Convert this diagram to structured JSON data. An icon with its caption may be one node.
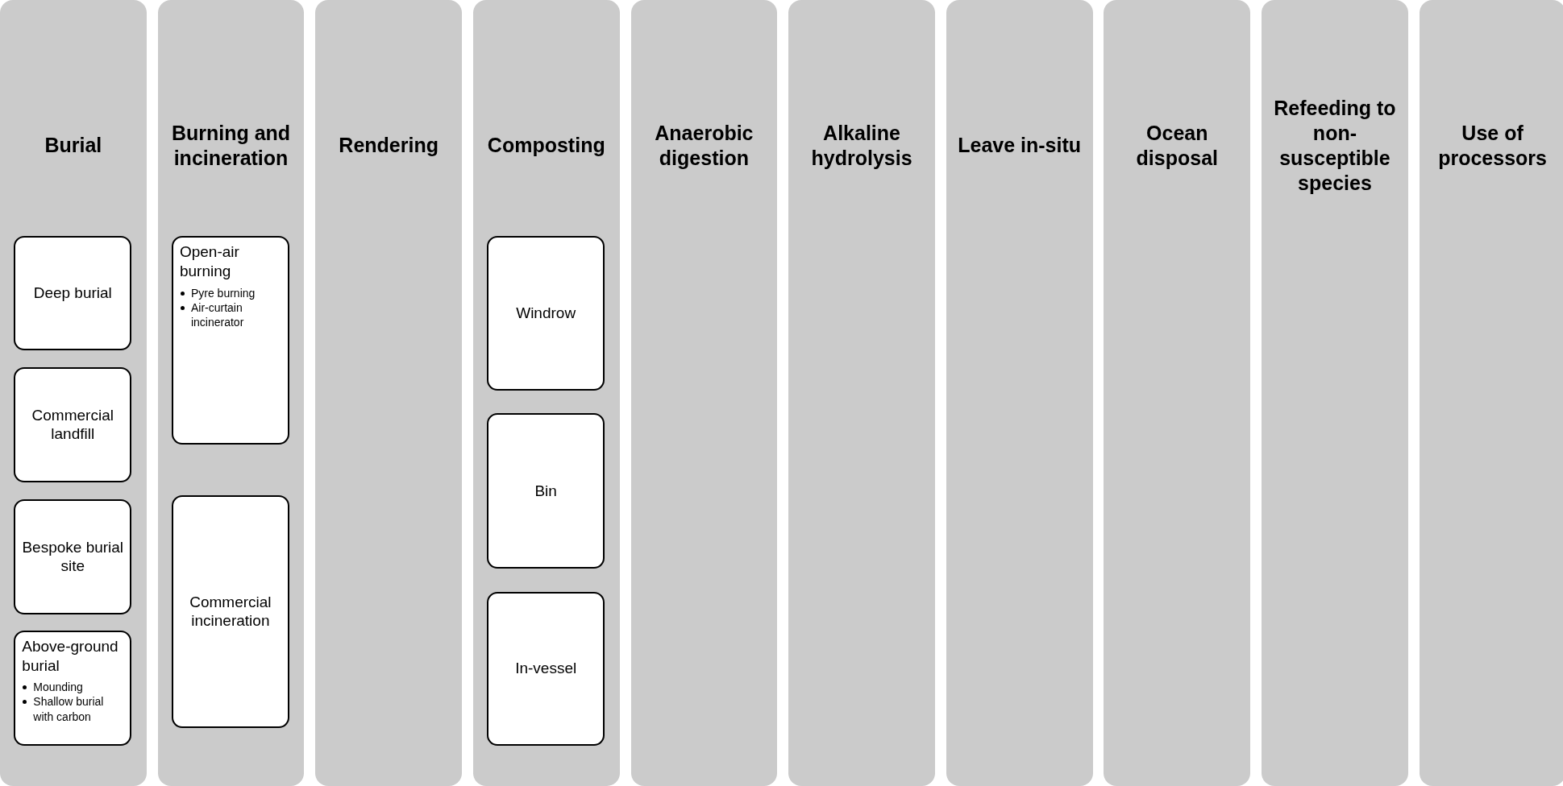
{
  "diagram": {
    "nodes": [
      {
        "text": [
          "Burial"
        ]
      },
      {
        "text": [
          "Deep burial"
        ],
        "in": 0
      },
      {
        "text": [
          "Commercial landfill"
        ],
        "in": 0
      },
      {
        "text": [
          "Bespoke burial site"
        ],
        "in": 0
      },
      {
        "text": [
          "Above-ground burial",
          "Mounding",
          "Shallow burial with carbon"
        ],
        "in": 0
      },
      {
        "text": [
          "Burning and incineration"
        ]
      },
      {
        "text": [
          "Open-air burning",
          "Pyre burning",
          "Air-curtain incinerator"
        ],
        "in": 5
      },
      {
        "text": [
          "Commercial incineration"
        ],
        "in": 5
      },
      {
        "text": [
          "Rendering"
        ]
      },
      {
        "text": [
          "Composting"
        ]
      },
      {
        "text": [
          "Windrow"
        ],
        "in": 9
      },
      {
        "text": [
          "Bin"
        ],
        "in": 9
      },
      {
        "text": [
          "In-vessel"
        ],
        "in": 9
      },
      {
        "text": [
          "Anaerobic digestion"
        ]
      },
      {
        "text": [
          "Alkaline hydrolysis"
        ]
      },
      {
        "text": [
          "Leave in-situ"
        ]
      },
      {
        "text": [
          "Ocean disposal"
        ]
      },
      {
        "text": [
          "Refeeding to non-susceptible species"
        ]
      },
      {
        "text": [
          "Use of processors"
        ]
      }
    ],
    "edges": []
  }
}
